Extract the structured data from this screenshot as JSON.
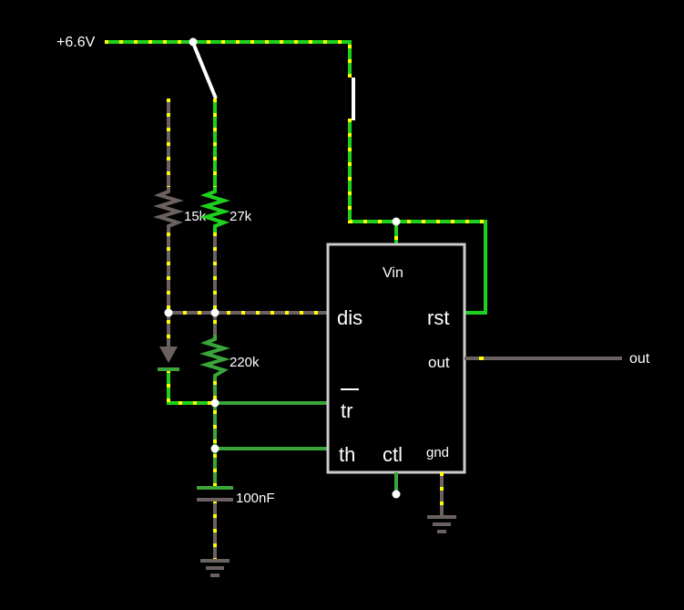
{
  "supply": {
    "label": "+6.6V"
  },
  "resistors": [
    {
      "id": "r1",
      "label": "15k"
    },
    {
      "id": "r2",
      "label": "27k"
    },
    {
      "id": "r3",
      "label": "220k"
    }
  ],
  "capacitor": {
    "label": "100nF"
  },
  "chip": {
    "pins": {
      "vin": "Vin",
      "dis": "dis",
      "rst": "rst",
      "out": "out",
      "tr": "tr",
      "th": "th",
      "ctl": "ctl",
      "gnd": "gnd"
    }
  },
  "output": {
    "label": "out"
  },
  "colors": {
    "background": "#000000",
    "wire_high": "#1fd11f",
    "wire_mid": "#3aa53a",
    "wire_low": "#6b6160",
    "current_dots": "#ffff00",
    "chip_outline": "#cccccc",
    "junction": "#ffffff"
  }
}
